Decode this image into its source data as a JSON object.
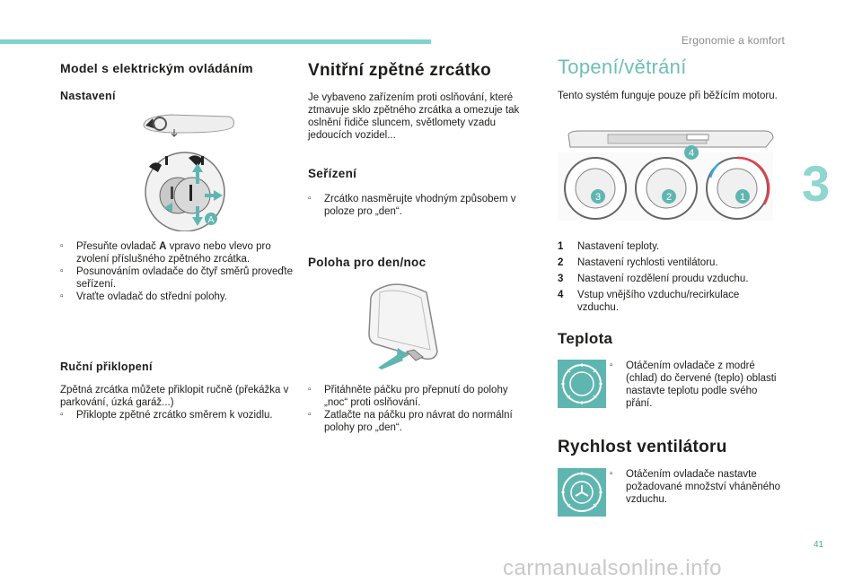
{
  "header": {
    "section_title": "Ergonomie a komfort",
    "chapter": "3",
    "page": "41"
  },
  "watermark": "carmanualsonline.info",
  "col1": {
    "title": "Model s elektrickým ovládáním",
    "settings_heading": "Nastavení",
    "label_a": "A",
    "bullets": [
      {
        "mark": "",
        "pre": "Přesuňte ovladač ",
        "bold": "A",
        "post": " vpravo nebo vlevo pro zvolení příslušného zpětného zrcátka."
      },
      {
        "mark": "",
        "text": "Posunováním ovladače do čtyř směrů proveďte seřízení."
      },
      {
        "mark": "",
        "text": "Vraťte ovladač do střední polohy."
      }
    ],
    "fold_heading": "Ruční přiklopení",
    "fold_text": "Zpětná zrcátka můžete přiklopit ručně (překážka v parkování, úzká garáž...)",
    "fold_bullet": {
      "mark": "",
      "text": "Přiklopte zpětné zrcátko směrem k vozidlu."
    }
  },
  "col2": {
    "title": "Vnitřní zpětné zrcátko",
    "intro": "Je vybaveno zařízením proti oslňování, které ztmavuje sklo zpětného zrcátka a omezuje tak oslnění řidiče sluncem, světlomety vzadu jedoucích vozidel...",
    "adjust_heading": "Seřízení",
    "adjust_bullet": {
      "mark": "",
      "text": "Zrcátko nasměrujte vhodným způsobem v poloze pro „den“."
    },
    "daynight_heading": "Poloha pro den/noc",
    "daynight_bullets": [
      {
        "mark": "",
        "text": "Přitáhněte páčku pro přepnutí do polohy „noc“ proti oslňování."
      },
      {
        "mark": "",
        "text": "Zatlačte na páčku pro návrat do normální polohy pro „den“."
      }
    ]
  },
  "col3": {
    "title": "Topení/větrání",
    "intro": "Tento systém funguje pouze při běžícím motoru.",
    "callouts": [
      "4",
      "3",
      "2",
      "1"
    ],
    "legend": [
      {
        "n": "1",
        "text": "Nastavení teploty."
      },
      {
        "n": "2",
        "text": "Nastavení rychlosti ventilátoru."
      },
      {
        "n": "3",
        "text": "Nastavení rozdělení proudu vzduchu."
      },
      {
        "n": "4",
        "text": "Vstup vnějšího vzduchu/recirkulace vzduchu."
      }
    ],
    "temp_heading": "Teplota",
    "temp_bullet": {
      "mark": "",
      "text": "Otáčením ovladače z modré (chlad) do červené (teplo) oblasti nastavte teplotu podle svého přání."
    },
    "fan_heading": "Rychlost ventilátoru",
    "fan_bullet": {
      "mark": "",
      "text": "Otáčením ovladače nastavte požadované množství vháněného vzduchu."
    }
  },
  "colors": {
    "accent": "#5fb6b0",
    "accent_light": "#7fd3cc",
    "text": "#1d1d1b",
    "hot": "#e2404b"
  }
}
